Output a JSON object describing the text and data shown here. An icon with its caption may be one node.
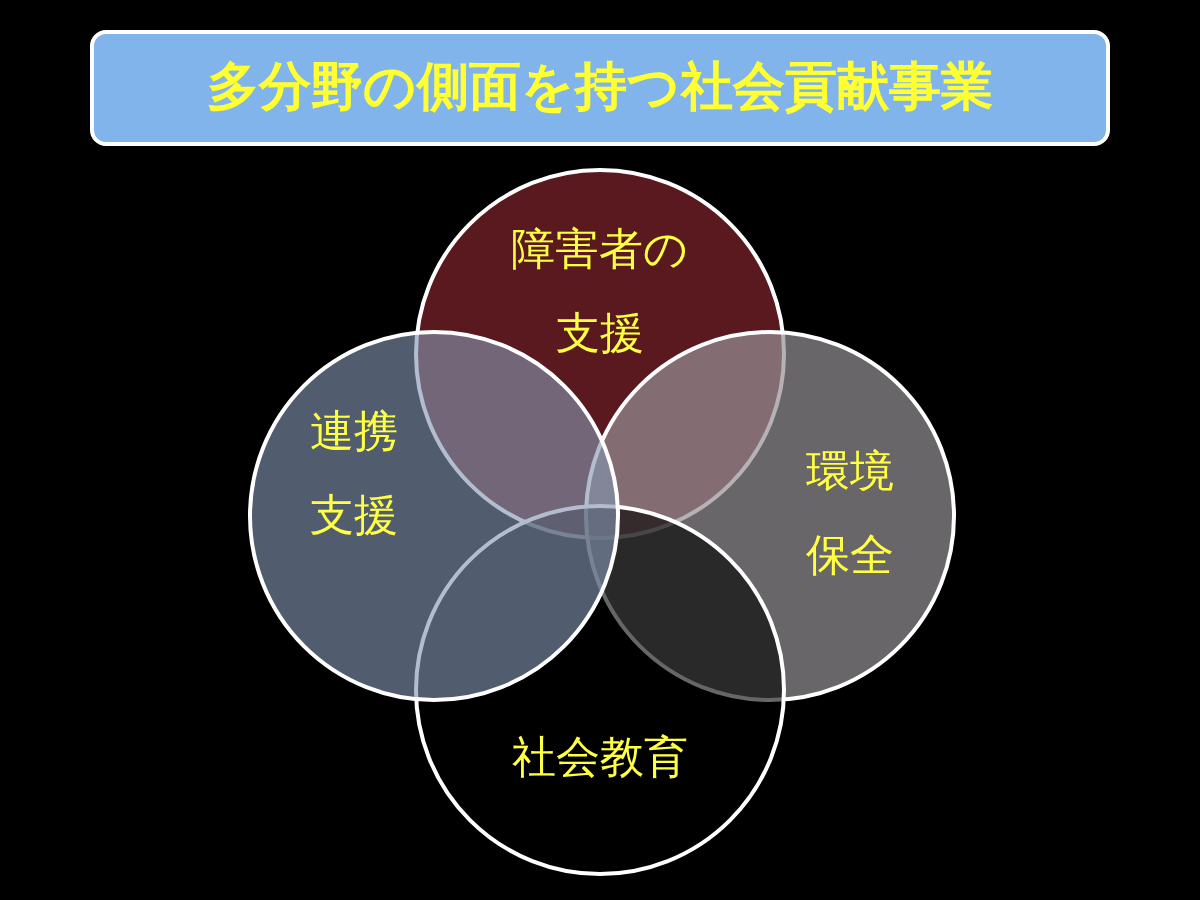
{
  "diagram": {
    "title": "多分野の側面を持つ社会貢献事業",
    "nodes": [
      {
        "text": [
          "障害者の支援"
        ]
      },
      {
        "text": [
          "連携支援"
        ]
      },
      {
        "text": [
          "環境保全"
        ]
      },
      {
        "text": [
          "社会教育"
        ]
      }
    ]
  }
}
